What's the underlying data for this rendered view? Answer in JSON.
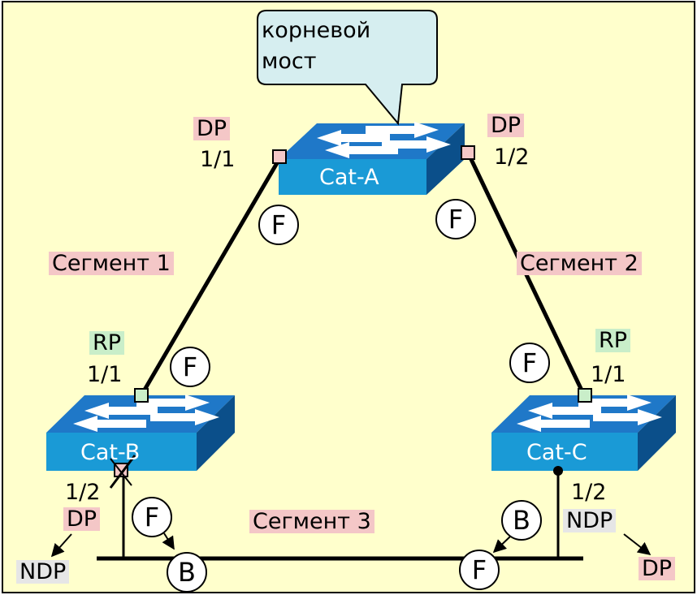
{
  "colors": {
    "background": "#ffffcc",
    "frame": "#000000",
    "switch_body": "#1a9ad6",
    "switch_top": "#1f78c8",
    "dp_port": "#f4c7c7",
    "rp_port": "#c9eec9",
    "ndp_label": "#e6e6e6",
    "callout": "#d6eef0"
  },
  "callout": {
    "line1": "корневой",
    "line2": "мост"
  },
  "switches": {
    "a": {
      "name": "Cat-A"
    },
    "b": {
      "name": "Cat-B"
    },
    "c": {
      "name": "Cat-C"
    }
  },
  "segments": {
    "s1": "Сегмент 1",
    "s2": "Сегмент 2",
    "s3": "Сегмент 3"
  },
  "ports": {
    "a_left": {
      "role": "DP",
      "number": "1/1"
    },
    "a_right": {
      "role": "DP",
      "number": "1/2"
    },
    "b_up": {
      "role": "RP",
      "number": "1/1"
    },
    "c_up": {
      "role": "RP",
      "number": "1/1"
    },
    "b_down": {
      "role": "DP",
      "number": "1/2",
      "alt_role": "NDP"
    },
    "c_down": {
      "role": "NDP",
      "number": "1/2",
      "alt_role": "DP"
    }
  },
  "states": {
    "seg1_top": "F",
    "seg2_top": "F",
    "seg1_bottom": "F",
    "seg2_bottom": "F",
    "seg3_left_f": "F",
    "seg3_left_b": "B",
    "seg3_right_b": "B",
    "seg3_right_f": "F"
  }
}
